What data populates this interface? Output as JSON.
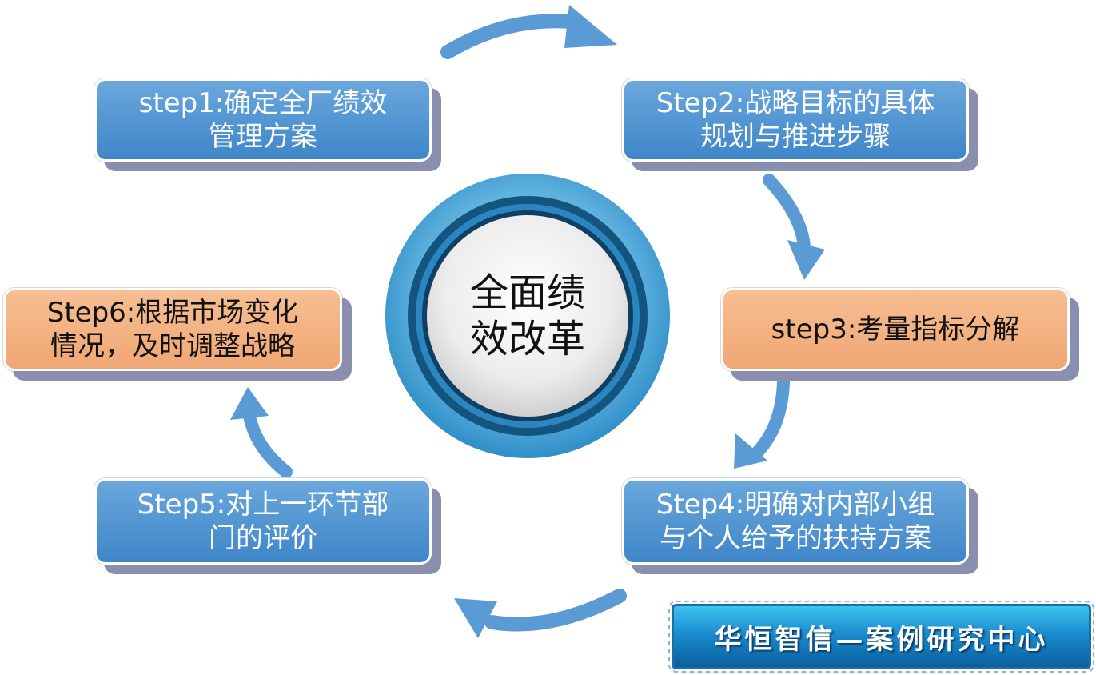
{
  "center": {
    "line1": "全面绩",
    "line2": "效改革"
  },
  "steps": [
    {
      "line1": "step1:确定全厂绩效",
      "line2": "管理方案",
      "color": "#4a90d2"
    },
    {
      "line1": "Step2:战略目标的具体",
      "line2": "规划与推进步骤",
      "color": "#4a90d2"
    },
    {
      "line1": "step3:考量指标分解",
      "line2": "",
      "color": "#f2ae7e"
    },
    {
      "line1": "Step4:明确对内部小组",
      "line2": "与个人给予的扶持方案",
      "color": "#4a90d2"
    },
    {
      "line1": "Step5:对上一环节部",
      "line2": "门的评价",
      "color": "#4a90d2"
    },
    {
      "line1": "Step6:根据市场变化",
      "line2": "情况，及时调整战略",
      "color": "#f2ae7e"
    }
  ],
  "badge": {
    "text": "华恒智信—案例研究中心"
  },
  "colors": {
    "arrow": "#5b9bd5",
    "ring_outer": "#7cc1e6",
    "ring_dark": "#14557f",
    "ring_mid": "#2d8fc7",
    "core": "#f2f2f2"
  }
}
